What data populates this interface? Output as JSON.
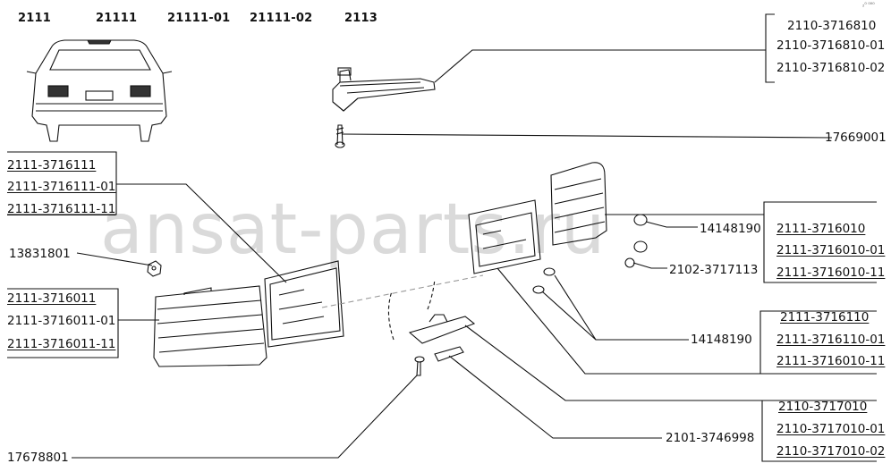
{
  "models": [
    "2111",
    "21111",
    "21111-01",
    "21111-02",
    "2113"
  ],
  "watermark": "ansat-parts.ru",
  "corner_mark": "₂⁰ ⁰⁰⁰",
  "groups": {
    "high_stop_lamp": [
      "2110-3716810",
      "2110-3716810-01",
      "2110-3716810-02"
    ],
    "left_inner_lamp": [
      "2111-3716111",
      "2111-3716111-01",
      "2111-3716111-11"
    ],
    "left_outer_lamp": [
      "2111-3716011",
      "2111-3716011-01",
      "2111-3716011-11"
    ],
    "right_outer_lamp": [
      "2111-3716010",
      "2111-3716010-01",
      "2111-3716010-11"
    ],
    "right_inner_lamp": [
      "2111-3716110",
      "2111-3716110-01",
      "2111-3716010-11"
    ],
    "plate_lamp": [
      "2110-3717010",
      "2110-3717010-01",
      "2110-3717010-02"
    ]
  },
  "singles": {
    "screw_top": "17669001",
    "nut": "13831801",
    "bulb_a": "14148190",
    "bulb_holder": "2102-3717113",
    "bulb_b": "14148190",
    "plate_gasket": "2101-3746998",
    "screw_bottom": "17678801"
  }
}
